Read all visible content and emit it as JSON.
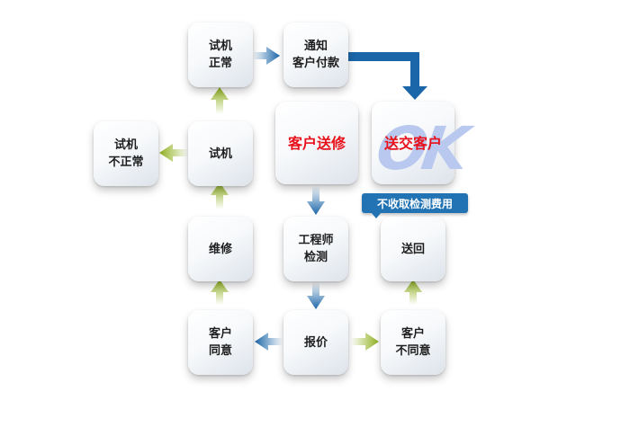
{
  "nodes": {
    "test_ok": "试机\n正常",
    "notify_payment": "通知\n客户付款",
    "test_fail": "试机\n不正常",
    "test_run": "试机",
    "customer_sends": "客户送修",
    "deliver": "送交客户",
    "deliver_mark": "OK",
    "repair": "维修",
    "engineer_check": "工程师\n检测",
    "return": "送回",
    "customer_agree": "客户\n同意",
    "quote": "报价",
    "customer_disagree": "客户\n不同意"
  },
  "badge": "不收取检测费用",
  "colors": {
    "blue_arrow": "#1b66a8",
    "green_arrow": "#8fb01e",
    "badge_bg": "#2173b4",
    "highlight_text": "#e8101a",
    "ok_watermark": "#b9c8ee"
  }
}
